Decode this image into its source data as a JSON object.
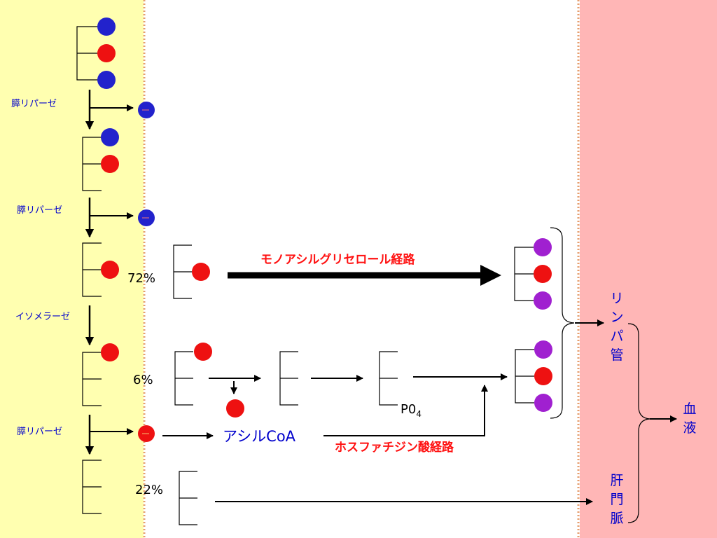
{
  "colors": {
    "intestine_panel": "#FFFFB0",
    "blood_panel": "#FFB6B6",
    "blue_fatty_acid": "#2222CC",
    "red_fatty_acid": "#EE1111",
    "purple_fatty_acid": "#A020D0",
    "label_blue": "#0000CC",
    "label_red": "#FF1111",
    "membrane_dash": "#E6A070"
  },
  "enzymes": {
    "lipase1": "膵リパーゼ",
    "lipase2": "膵リパーゼ",
    "isomerase": "イソメラーゼ",
    "lipase3": "膵リパーゼ"
  },
  "percentages": {
    "p72": "72%",
    "p6": "6%",
    "p22": "22%"
  },
  "pathways": {
    "monoacyl": "モノアシルグリセロール経路",
    "phosphatidic": "ホスファチジン酸経路"
  },
  "intermediates": {
    "acyl_coa": "アシルCoA",
    "po4_base": "P0",
    "po4_sub": "4"
  },
  "destinations": {
    "lymph": [
      "リ",
      "ン",
      "パ",
      "管"
    ],
    "blood": [
      "血",
      "液"
    ],
    "portal": [
      "肝",
      "門",
      "脈"
    ]
  }
}
